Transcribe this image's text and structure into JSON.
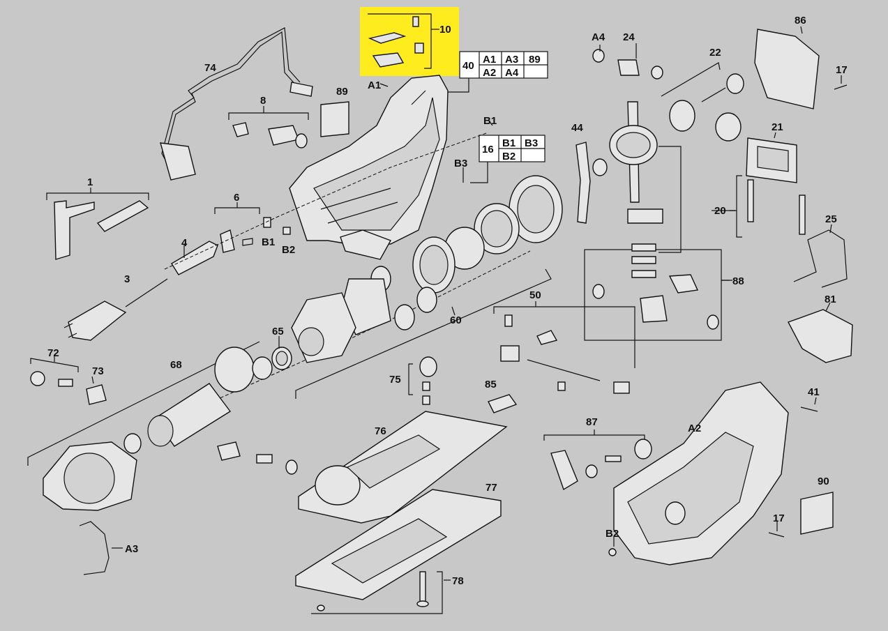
{
  "highlight_color": "#ffec1f",
  "background_color": "#c8c8c8",
  "labels": {
    "p74": "74",
    "p8": "8",
    "p89a": "89",
    "p10": "10",
    "pA1": "A1",
    "p1": "1",
    "p6": "6",
    "pB1a": "B1",
    "pB2a": "B2",
    "p4": "4",
    "p3": "3",
    "pB1b": "B1",
    "pB3": "B3",
    "p44": "44",
    "pA4": "A4",
    "p24": "24",
    "p22": "22",
    "p86": "86",
    "p17a": "17",
    "p21": "21",
    "p20": "20",
    "p25": "25",
    "p81": "81",
    "p88": "88",
    "p50": "50",
    "p60": "60",
    "p65": "65",
    "p72": "72",
    "p73": "73",
    "p68": "68",
    "p75": "75",
    "p85": "85",
    "p76": "76",
    "p87": "87",
    "pA2": "A2",
    "p41": "41",
    "p90": "90",
    "p17b": "17",
    "pB2b": "B2",
    "p77": "77",
    "p78": "78",
    "pA3": "A3"
  },
  "table40": {
    "id": "40",
    "cells": [
      "A1",
      "A3",
      "89",
      "A2",
      "A4",
      ""
    ]
  },
  "table16": {
    "id": "16",
    "cells": [
      "B1",
      "B3",
      "B2",
      ""
    ]
  }
}
